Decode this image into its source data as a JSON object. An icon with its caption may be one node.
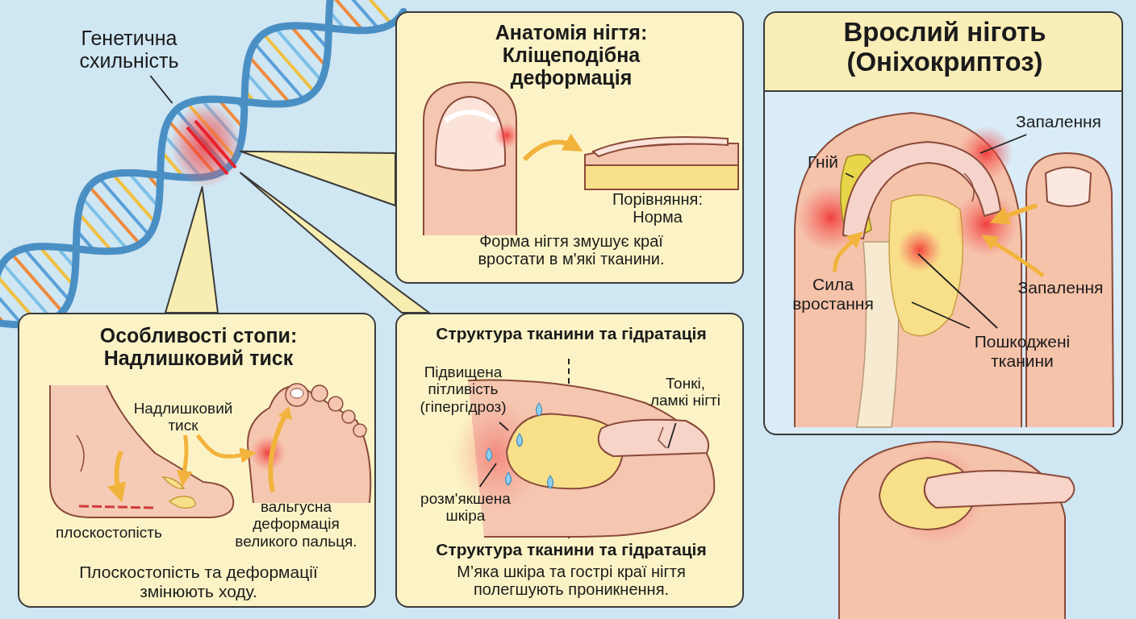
{
  "diagram": {
    "nodes": [
      {
        "text": [
          "Генетична схильність"
        ]
      },
      {
        "text": [],
        "shape": "picture"
      },
      {
        "text": [
          "Анатомія нігтя: Кліщеподібна деформація",
          "Форма нігтя змушує краї вростати в м'які тканини."
        ]
      },
      {
        "text": [
          "Особливості стопи: Надлишковий тиск",
          "Плоскостопість та деформації змінюють ходу."
        ]
      },
      {
        "text": [
          "Надлишковий тиск"
        ],
        "in": 3
      },
      {
        "text": [
          "Структура тканини та гідратація",
          "Структура тканини та гідратація",
          "М’яка шкіра та гострі краї нігтя полегшують проникнення."
        ]
      },
      {
        "text": [
          "Підвищена пітливість (гіпергідроз)"
        ],
        "in": 5
      },
      {
        "text": [
          "розм'якшена шкіра"
        ],
        "in": 5
      },
      {
        "text": [
          "Тонкі, ламкі нігті"
        ],
        "in": 5
      },
      {
        "text": [
          "Врослий ніготь (Оніхокриптоз)"
        ]
      },
      {
        "text": [
          "Запалення"
        ],
        "in": 9
      },
      {
        "text": [
          "Гній"
        ],
        "in": 9
      },
      {
        "text": [
          "Сила вростання"
        ],
        "in": 9
      },
      {
        "text": [
          "Запалення"
        ],
        "in": 9
      },
      {
        "text": [
          "Пошкоджені тканини"
        ],
        "in": 9
      },
      {
        "text": [],
        "shape": "picture",
        "in": 3
      },
      {
        "text": [],
        "shape": "picture",
        "in": 3
      }
    ],
    "edges": [
      {
        "from": 0,
        "to": 1,
        "arrow": "none"
      },
      {
        "from": 1,
        "to": 2,
        "arrow": "none",
        "color": "#f7edb0"
      },
      {
        "from": 1,
        "to": 3,
        "arrow": "none",
        "color": "#f7edb0"
      },
      {
        "from": 1,
        "to": 5,
        "arrow": "none",
        "color": "#f7edb0"
      },
      {
        "from": 4,
        "to": 15,
        "arrow": "to",
        "style": "thick",
        "color": "#f2b33d"
      },
      {
        "from": 4,
        "to": 16,
        "arrow": "to",
        "style": "thick",
        "color": "#f2b33d"
      },
      {
        "from": 6,
        "to": null,
        "arrow": "none"
      },
      {
        "from": 7,
        "to": null,
        "arrow": "none"
      },
      {
        "from": 8,
        "to": null,
        "arrow": "none"
      },
      {
        "from": 10,
        "to": null,
        "arrow": "none"
      },
      {
        "from": 11,
        "to": null,
        "arrow": "none"
      },
      {
        "from": 12,
        "to": null,
        "arrow": "to",
        "style": "thick",
        "color": "#f2b33d"
      },
      {
        "from": 13,
        "to": null,
        "arrow": "to",
        "style": "thick",
        "color": "#f2b33d"
      },
      {
        "from": 14,
        "to": null,
        "arrow": "none"
      },
      {
        "from": 14,
        "to": null,
        "arrow": "none"
      }
    ],
    "labels": [
      "Порівняння: Норма",
      "плоскостопість",
      "вальгусна деформація великого пальця."
    ]
  }
}
